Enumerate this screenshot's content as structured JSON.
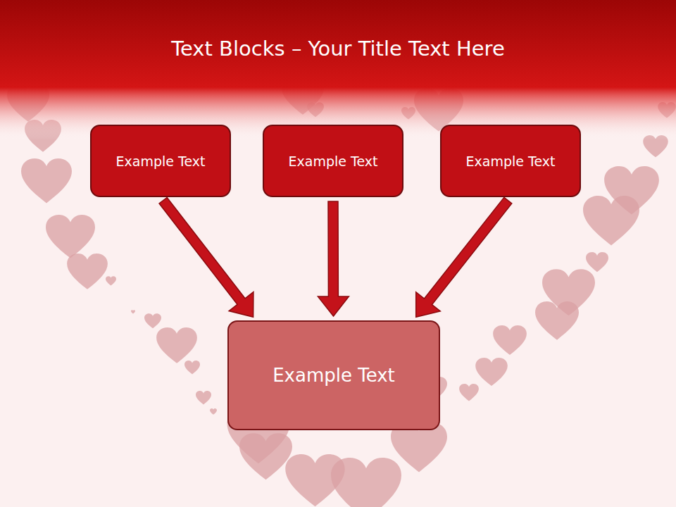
{
  "diagram": {
    "title": "Text Blocks – Your Title Text Here",
    "nodes": [
      {
        "text": [
          "Example Text"
        ]
      },
      {
        "text": [
          "Example Text"
        ]
      },
      {
        "text": [
          "Example Text"
        ]
      },
      {
        "text": [
          "Example Text"
        ]
      }
    ],
    "edges": [
      {
        "from": 0,
        "to": 3,
        "arrow": "to"
      },
      {
        "from": 1,
        "to": 3,
        "arrow": "to"
      },
      {
        "from": 2,
        "to": 3,
        "arrow": "to"
      }
    ]
  }
}
